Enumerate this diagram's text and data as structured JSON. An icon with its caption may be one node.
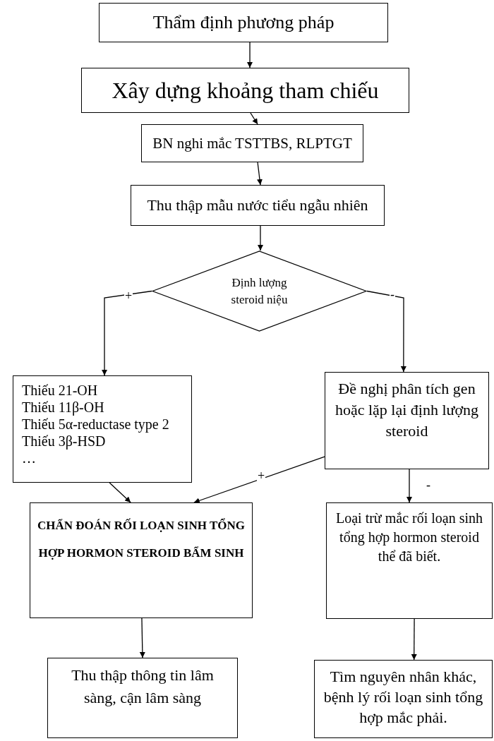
{
  "diagram": {
    "nodes": [
      {
        "text": [
          "Thẩm định phương pháp"
        ]
      },
      {
        "text": [
          "Xây dựng khoảng tham chiếu"
        ]
      },
      {
        "text": [
          "BN nghi mắc TSTTBS, RLPTGT"
        ]
      },
      {
        "text": [
          "Thu thập mẫu nước tiểu ngẫu nhiên"
        ]
      },
      {
        "text": [
          "Định lượng steroid niệu"
        ]
      },
      {
        "text": [
          "Thiếu 21-OH",
          "Thiếu 11β-OH",
          "Thiếu 5α-reductase type 2",
          "Thiếu 3β-HSD",
          "…"
        ]
      },
      {
        "text": [
          "Đề nghị phân tích gen hoặc lặp lại định lượng steroid"
        ]
      },
      {
        "text": [
          "CHẨN ĐOÁN RỐI LOẠN SINH TỔNG HỢP HORMON STEROID BẨM SINH"
        ]
      },
      {
        "text": [
          "Loại trừ mắc rối loạn sinh tổng hợp hormon steroid thể đã biết."
        ]
      },
      {
        "text": [
          "Thu thập thông tin lâm sàng, cận lâm sàng"
        ]
      },
      {
        "text": [
          "Tìm nguyên nhân khác, bệnh lý rối loạn sinh tổng hợp mắc phải."
        ]
      }
    ],
    "edges": [
      {
        "from": 0,
        "to": 1,
        "arrow": "to"
      },
      {
        "from": 1,
        "to": 2,
        "arrow": "to"
      },
      {
        "from": 2,
        "to": 3,
        "arrow": "to"
      },
      {
        "from": 3,
        "to": 4,
        "arrow": "to"
      },
      {
        "from": 4,
        "to": 5,
        "arrow": "to",
        "label": "+"
      },
      {
        "from": 4,
        "to": 6,
        "arrow": "to",
        "label": "-"
      },
      {
        "from": 5,
        "to": 7,
        "arrow": "to"
      },
      {
        "from": 6,
        "to": 7,
        "arrow": "to",
        "label": "+"
      },
      {
        "from": 6,
        "to": 8,
        "arrow": "to",
        "label": "-"
      },
      {
        "from": 7,
        "to": 9,
        "arrow": "to"
      },
      {
        "from": 8,
        "to": 10,
        "arrow": "to"
      }
    ]
  }
}
